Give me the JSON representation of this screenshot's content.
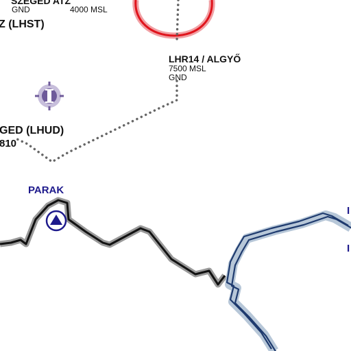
{
  "map": {
    "airspaces": [
      {
        "name": "SZEGED ATZ",
        "lower": "GND",
        "upper": "4000 MSL"
      },
      {
        "name": "LHR14 / ALGYŐ",
        "upper": "7500 MSL",
        "lower": "GND"
      }
    ],
    "airfields": [
      {
        "label": "Z (LHST)"
      },
      {
        "label": "GED (LHUD)",
        "elevation_partial": "810"
      }
    ],
    "navaids": [
      {
        "label": "PARAK",
        "type": "reporting-point"
      }
    ],
    "edge_fragments": [
      "I",
      "I"
    ],
    "colors": {
      "restricted_area": "#e0141c",
      "border": "#111111",
      "border_halo": "#9a9a9a",
      "river": "#1e3a6e",
      "river_halo": "#b7c7d8",
      "waypoint": "#1e1a8c",
      "airfield_symbol": "#6e5a9a",
      "route_dots": "#666666"
    }
  }
}
